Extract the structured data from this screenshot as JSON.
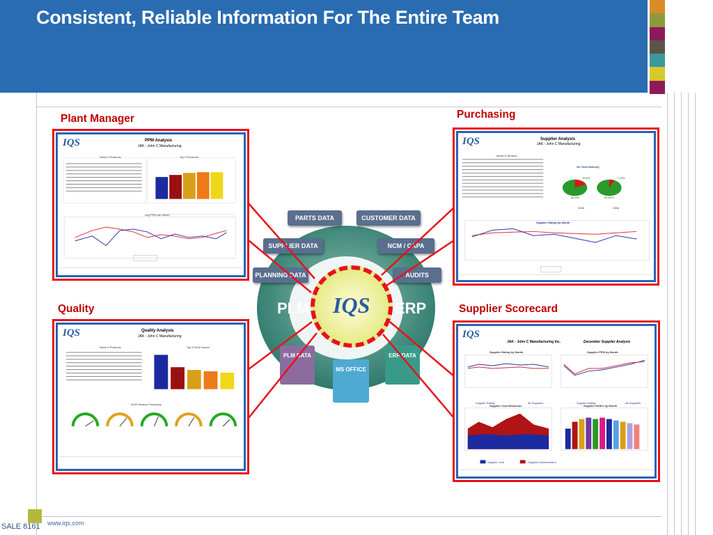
{
  "slide_title": "Consistent, Reliable Information For The Entire Team",
  "colors": {
    "header": "#2a6cb1",
    "accent_red": "#c00000",
    "frame_red": "#e8111a",
    "frame_blue": "#2864b4"
  },
  "color_squares": [
    "#d98a2b",
    "#8d9a3b",
    "#8e1a5b",
    "#5a5548",
    "#3a9a9a",
    "#d7c92a",
    "#8e1a5b",
    "#ffffff"
  ],
  "sections": {
    "plant_manager": "Plant Manager",
    "purchasing": "Purchasing",
    "quality": "Quality",
    "supplier_scorecard": "Supplier Scorecard"
  },
  "reports": {
    "ppm": {
      "title": "PPM Analysis",
      "subtitle": "JAK - John C Manufacturing",
      "chart1": "Top 5 Products",
      "chart2": "Avg PPM per Month",
      "table": "Worst 5 Products"
    },
    "supplier": {
      "title": "Supplier Analysis",
      "subtitle": "JAK - John C Manufacturing",
      "chart1": "On Time Delivery",
      "chart2": "Supplier Rating by Month",
      "table": "Worst 5 Vendors",
      "pie_years": [
        "2005",
        "2006"
      ],
      "pie_labels": [
        "15.5%",
        "84.5%",
        "7.19%",
        "92.81%"
      ]
    },
    "quality": {
      "title": "Quality Analysis",
      "subtitle": "JAK - John C Manufacturing",
      "chart1": "Top 5 NCM Issues",
      "chart2": "NCM Reason Frequency",
      "table": "Worst 5 Products"
    },
    "scorecard": {
      "title": "JAK - John C Manufacturing Inc.",
      "subtitle": "December Supplier Analysis",
      "charts": [
        "Supplier Rating by Month",
        "Supplier PPM by Month",
        "Supplier Cost Reduction",
        "Supplier NCM's by Month"
      ],
      "legend": [
        "Supplier Rating",
        "All Suppliers",
        "Supplier Rating",
        "All Suppliers",
        "Supplier Cost",
        "Suppliers Achievement"
      ]
    }
  },
  "diagram": {
    "pills": [
      "PARTS DATA",
      "CUSTOMER DATA",
      "SUPPLIER DATA",
      "NCM / CAPA",
      "PLANNING DATA",
      "AUDITS"
    ],
    "left": "PLM",
    "right": "ERP",
    "boxes": [
      "PLM DATA",
      "MS OFFICE",
      "ERP DATA"
    ],
    "logo": "IQS"
  },
  "footer": {
    "sale": "SALE 8161",
    "url": "www.iqs.com"
  }
}
